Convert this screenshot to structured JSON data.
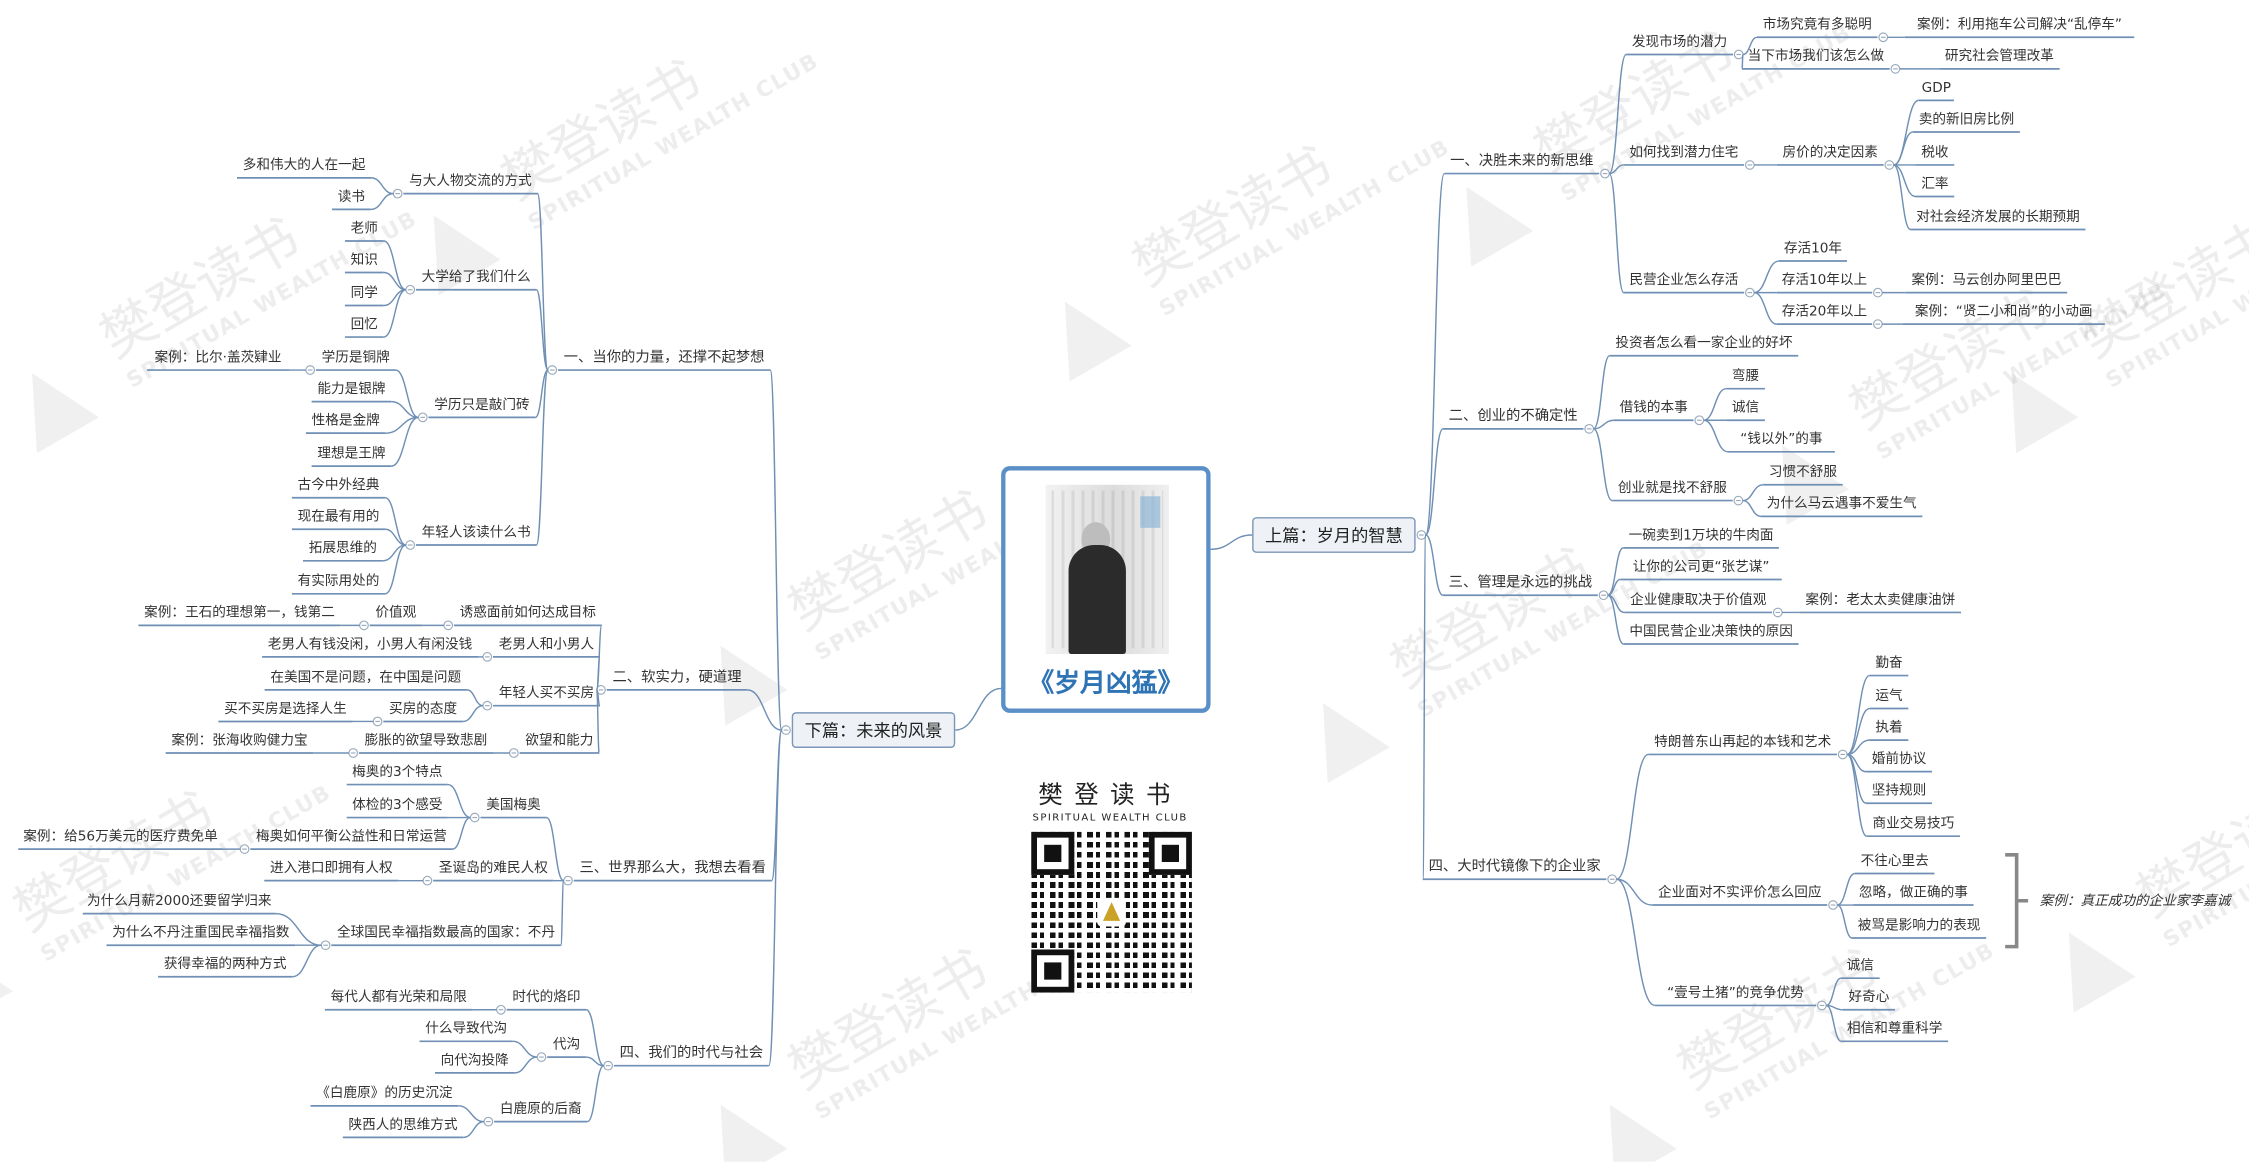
{
  "center": {
    "title": "《岁月凶猛》"
  },
  "brand": {
    "name": "樊登读书",
    "subtitle": "SPIRITUAL WEALTH CLUB"
  },
  "watermark": {
    "cn": "樊登读书",
    "en": "SPIRITUAL WEALTH CLUB"
  },
  "right": {
    "label": "上篇：岁月的智慧",
    "children": [
      {
        "label": "一、决胜未来的新思维",
        "children": [
          {
            "label": "发现市场的潜力",
            "children": [
              {
                "label": "市场究竟有多聪明",
                "children": [
                  {
                    "label": "案例：利用拖车公司解决“乱停车”"
                  }
                ]
              },
              {
                "label": "当下市场我们该怎么做",
                "children": [
                  {
                    "label": "研究社会管理改革"
                  }
                ]
              }
            ]
          },
          {
            "label": "如何找到潜力住宅",
            "children": [
              {
                "label": "房价的决定因素",
                "children": [
                  {
                    "label": "GDP"
                  },
                  {
                    "label": "卖的新旧房比例"
                  },
                  {
                    "label": "税收"
                  },
                  {
                    "label": "汇率"
                  },
                  {
                    "label": "对社会经济发展的长期预期"
                  }
                ]
              }
            ]
          },
          {
            "label": "民营企业怎么存活",
            "children": [
              {
                "label": "存活10年"
              },
              {
                "label": "存活10年以上",
                "children": [
                  {
                    "label": "案例：马云创办阿里巴巴"
                  }
                ]
              },
              {
                "label": "存活20年以上",
                "children": [
                  {
                    "label": "案例：“贤二小和尚”的小动画"
                  }
                ]
              }
            ]
          }
        ]
      },
      {
        "label": "二、创业的不确定性",
        "children": [
          {
            "label": "投资者怎么看一家企业的好坏"
          },
          {
            "label": "借钱的本事",
            "children": [
              {
                "label": "弯腰"
              },
              {
                "label": "诚信"
              },
              {
                "label": "“钱以外”的事"
              }
            ]
          },
          {
            "label": "创业就是找不舒服",
            "children": [
              {
                "label": "习惯不舒服"
              },
              {
                "label": "为什么马云遇事不爱生气"
              }
            ]
          }
        ]
      },
      {
        "label": "三、管理是永远的挑战",
        "children": [
          {
            "label": "一碗卖到1万块的牛肉面"
          },
          {
            "label": "让你的公司更“张艺谋”"
          },
          {
            "label": "企业健康取决于价值观",
            "children": [
              {
                "label": "案例：老太太卖健康油饼"
              }
            ]
          },
          {
            "label": "中国民营企业决策快的原因"
          }
        ]
      },
      {
        "label": "四、大时代镜像下的企业家",
        "children": [
          {
            "label": "特朗普东山再起的本钱和艺术",
            "children": [
              {
                "label": "勤奋"
              },
              {
                "label": "运气"
              },
              {
                "label": "执着"
              },
              {
                "label": "婚前协议"
              },
              {
                "label": "坚持规则"
              },
              {
                "label": "商业交易技巧"
              }
            ]
          },
          {
            "label": "企业面对不实评价怎么回应",
            "children": [
              {
                "label": "不往心里去"
              },
              {
                "label": "忽略，做正确的事"
              },
              {
                "label": "被骂是影响力的表现"
              }
            ]
          },
          {
            "label": "“壹号土猪”的竞争优势",
            "children": [
              {
                "label": "诚信"
              },
              {
                "label": "好奇心"
              },
              {
                "label": "相信和尊重科学"
              }
            ]
          }
        ]
      }
    ],
    "annotation": "案例：真正成功的企业家李嘉诚"
  },
  "left": {
    "label": "下篇：未来的风景",
    "children": [
      {
        "label": "一、当你的力量，还撑不起梦想",
        "children": [
          {
            "label": "与大人物交流的方式",
            "children": [
              {
                "label": "多和伟大的人在一起"
              },
              {
                "label": "读书"
              }
            ]
          },
          {
            "label": "大学给了我们什么",
            "children": [
              {
                "label": "老师"
              },
              {
                "label": "知识"
              },
              {
                "label": "同学"
              },
              {
                "label": "回忆"
              }
            ]
          },
          {
            "label": "学历只是敲门砖",
            "children": [
              {
                "label": "学历是铜牌",
                "children": [
                  {
                    "label": "案例：比尔·盖茨肄业"
                  }
                ]
              },
              {
                "label": "能力是银牌"
              },
              {
                "label": "性格是金牌"
              },
              {
                "label": "理想是王牌"
              }
            ]
          },
          {
            "label": "年轻人该读什么书",
            "children": [
              {
                "label": "古今中外经典"
              },
              {
                "label": "现在最有用的"
              },
              {
                "label": "拓展思维的"
              },
              {
                "label": "有实际用处的"
              }
            ]
          }
        ]
      },
      {
        "label": "二、软实力，硬道理",
        "children": [
          {
            "label": "诱惑面前如何达成目标",
            "children": [
              {
                "label": "价值观",
                "children": [
                  {
                    "label": "案例：王石的理想第一，钱第二"
                  }
                ]
              }
            ]
          },
          {
            "label": "老男人和小男人",
            "children": [
              {
                "label": "老男人有钱没闲，小男人有闲没钱"
              }
            ]
          },
          {
            "label": "年轻人买不买房",
            "children": [
              {
                "label": "在美国不是问题，在中国是问题"
              },
              {
                "label": "买房的态度",
                "children": [
                  {
                    "label": "买不买房是选择人生"
                  }
                ]
              }
            ]
          },
          {
            "label": "欲望和能力",
            "children": [
              {
                "label": "膨胀的欲望导致悲剧",
                "children": [
                  {
                    "label": "案例：张海收购健力宝"
                  }
                ]
              }
            ]
          }
        ]
      },
      {
        "label": "三、世界那么大，我想去看看",
        "children": [
          {
            "label": "美国梅奥",
            "children": [
              {
                "label": "梅奥的3个特点"
              },
              {
                "label": "体检的3个感受"
              },
              {
                "label": "梅奥如何平衡公益性和日常运营",
                "children": [
                  {
                    "label": "案例：给56万美元的医疗费免单"
                  }
                ]
              }
            ]
          },
          {
            "label": "圣诞岛的难民人权",
            "children": [
              {
                "label": "进入港口即拥有人权"
              }
            ]
          },
          {
            "label": "全球国民幸福指数最高的国家：不丹",
            "children": [
              {
                "label": "为什么月薪2000还要留学归来"
              },
              {
                "label": "为什么不丹注重国民幸福指数"
              },
              {
                "label": "获得幸福的两种方式"
              }
            ]
          }
        ]
      },
      {
        "label": "四、我们的时代与社会",
        "children": [
          {
            "label": "时代的烙印",
            "children": [
              {
                "label": "每代人都有光荣和局限"
              }
            ]
          },
          {
            "label": "代沟",
            "children": [
              {
                "label": "什么导致代沟"
              },
              {
                "label": "向代沟投降"
              }
            ]
          },
          {
            "label": "白鹿原的后裔",
            "children": [
              {
                "label": "《白鹿原》的历史沉淀"
              },
              {
                "label": "陕西人的思维方式"
              }
            ]
          }
        ]
      }
    ]
  },
  "colors": {
    "line": "#6f8fb4",
    "center_border": "#5b8fc7",
    "title": "#2e74b5",
    "branch_bg": "#eef2f7"
  }
}
